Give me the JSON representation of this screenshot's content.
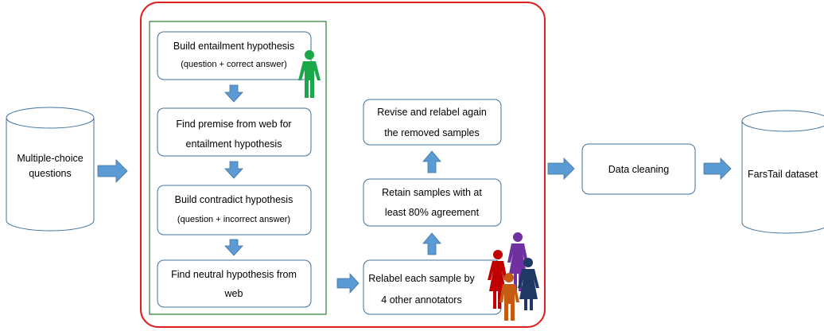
{
  "nodes": {
    "mcq_line1": "Multiple-choice",
    "mcq_line2": "questions",
    "entail_line1": "Build entailment hypothesis",
    "entail_line2": "(question + correct answer)",
    "premise_line1": "Find premise from web for",
    "premise_line2": "entailment hypothesis",
    "contra_line1": "Build contradict hypothesis",
    "contra_line2": "(question + incorrect answer)",
    "neutral_line1": "Find neutral hypothesis from",
    "neutral_line2": "web",
    "relabel_line1": "Relabel  each sample by",
    "relabel_line2": "4 other annotators",
    "retain_line1": "Retain samples with at",
    "retain_line2": "least 80% agreement",
    "revise_line1": "Revise and relabel again",
    "revise_line2": "the removed samples",
    "cleaning": "Data cleaning",
    "dataset": "FarsTail dataset"
  },
  "colors": {
    "outer_border": "#e02020",
    "inner_border": "#2e7d32",
    "box_stroke": "#41719c",
    "arrow_fill": "#5b9bd5",
    "annotator_main": "#1aa84a",
    "annotator_red": "#c00000",
    "annotator_purple": "#7030a0",
    "annotator_orange": "#c55a11",
    "annotator_navy": "#1f3864"
  },
  "icons": [
    "person-icon"
  ]
}
